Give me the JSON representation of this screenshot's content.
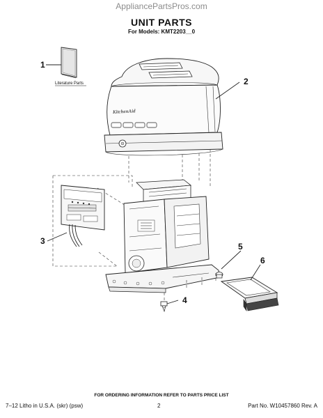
{
  "header": {
    "watermark": "AppliancePartsPros.com",
    "title": "UNIT PARTS",
    "subtitle": "For Models: KMT2203__0"
  },
  "parts": {
    "literature_label": "Literature Parts",
    "brand_label": "KitchenAid",
    "callouts": [
      "1",
      "2",
      "3",
      "4",
      "5",
      "6"
    ]
  },
  "footer": {
    "ordering_note": "FOR ORDERING INFORMATION REFER TO PARTS PRICE LIST",
    "left": "7–12 Litho in U.S.A. (skr) (psw)",
    "page_number": "2",
    "part_number": "Part No. W10457860 Rev. A"
  }
}
